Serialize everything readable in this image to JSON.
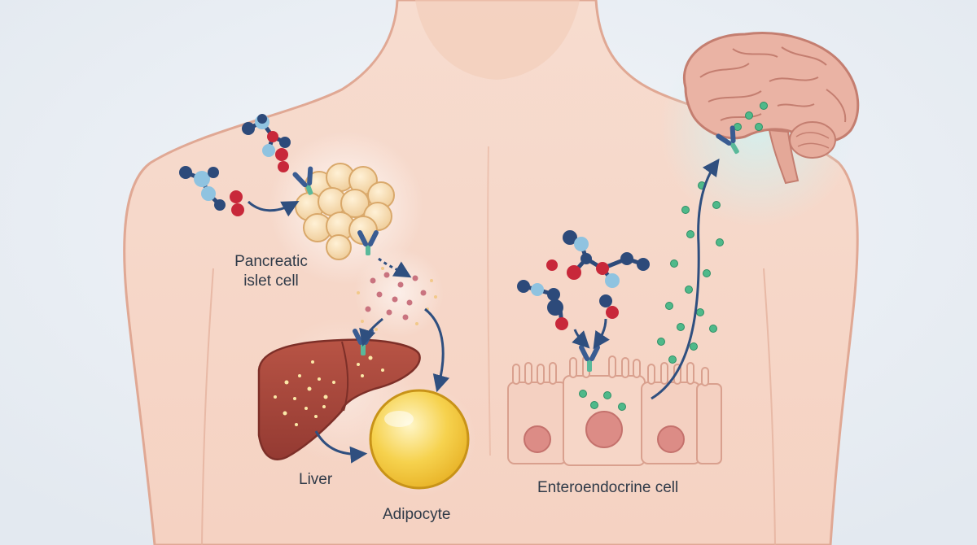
{
  "labels": {
    "pancreatic_line1": "Pancreatic",
    "pancreatic_line2": "islet cell",
    "liver": "Liver",
    "adipocyte": "Adipocyte",
    "enteroendocrine": "Enteroendocrine cell"
  },
  "colors": {
    "background": "#e9eef4",
    "skin": "#f6d7c8",
    "skin_outline": "#e0a894",
    "molecule_navy": "#2d4a7a",
    "molecule_light_blue": "#8fc3e0",
    "molecule_red": "#c8283a",
    "receptor_blue": "#3a5c92",
    "receptor_green": "#5ab99a",
    "hormone_green": "#4fb98a",
    "hormone_pink": "#c9737f",
    "liver_red": "#a8453a",
    "adipocyte_yellow": "#f4cc44",
    "brain_pink": "#eab3a4",
    "arrow_navy": "#2f4f7f"
  }
}
